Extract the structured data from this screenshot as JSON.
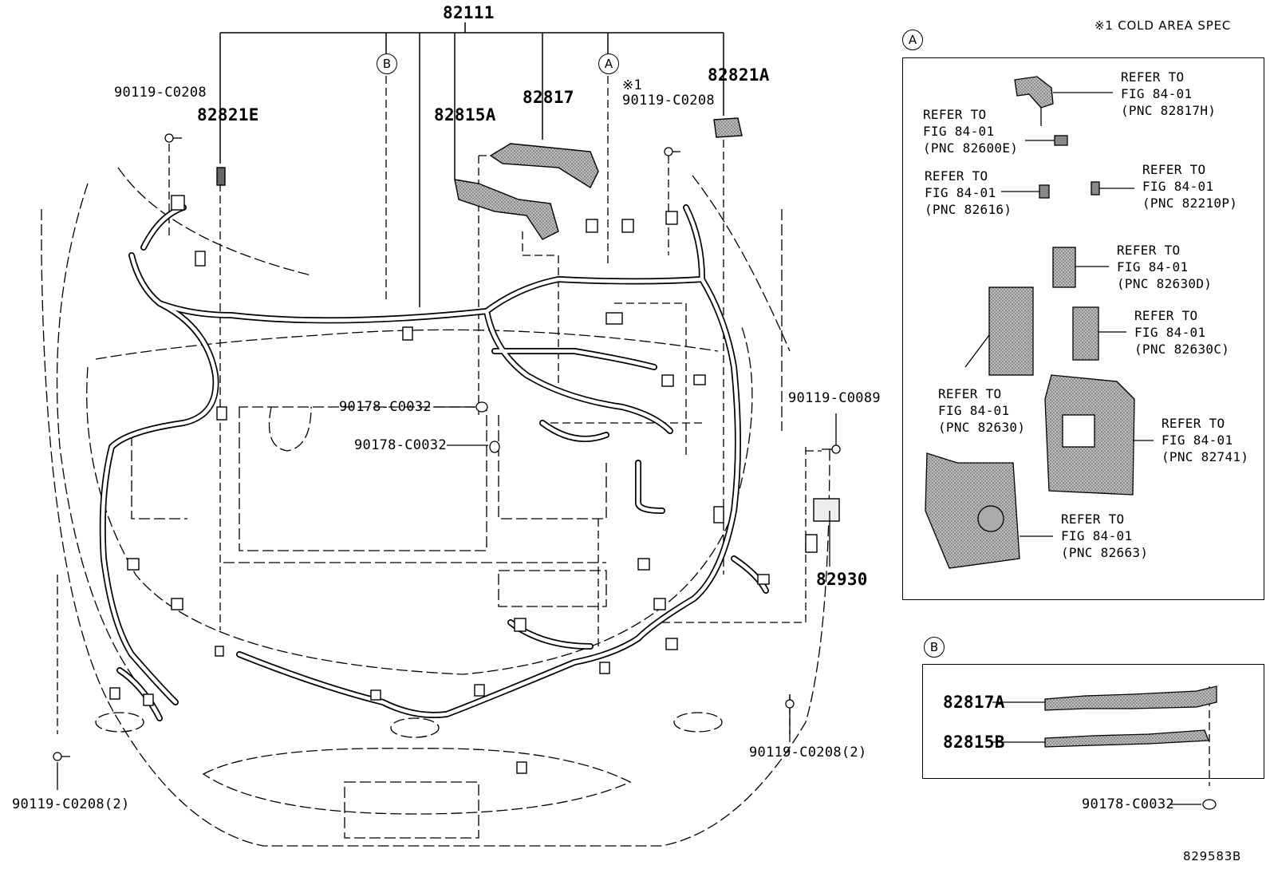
{
  "note": "※1 COLD AREA SPEC",
  "illustration_code": "829583B",
  "callouts": {
    "wire_main": "82111",
    "wire_82821E": "82821E",
    "wire_82821A": "82821A",
    "wire_82815A": "82815A",
    "wire_82817": "82817",
    "bolt_tl": "90119-C0208",
    "bolt_tr_mark": "※1",
    "bolt_tr": "90119-C0208",
    "clip_a": "90178-C0032",
    "clip_b": "90178-C0032",
    "bolt_r": "90119-C0089",
    "relay": "82930",
    "bolt_br": "90119-C0208(2)",
    "bolt_bl": "90119-C0208(2)"
  },
  "markers": {
    "a": "A",
    "b": "B"
  },
  "panel_a": {
    "marker": "A",
    "refs": [
      "REFER TO\nFIG 84-01\n(PNC 82817H)",
      "REFER TO\nFIG 84-01\n(PNC 82600E)",
      "REFER TO\nFIG 84-01\n(PNC 82616)",
      "REFER TO\nFIG 84-01\n(PNC 82210P)",
      "REFER TO\nFIG 84-01\n(PNC 82630D)",
      "REFER TO\nFIG 84-01\n(PNC 82630C)",
      "REFER TO\nFIG 84-01\n(PNC 82630)",
      "REFER TO\nFIG 84-01\n(PNC 82741)",
      "REFER TO\nFIG 84-01\n(PNC 82663)"
    ]
  },
  "panel_b": {
    "marker": "B",
    "part_a": "82817A",
    "part_b": "82815B",
    "clip": "90178-C0032"
  }
}
